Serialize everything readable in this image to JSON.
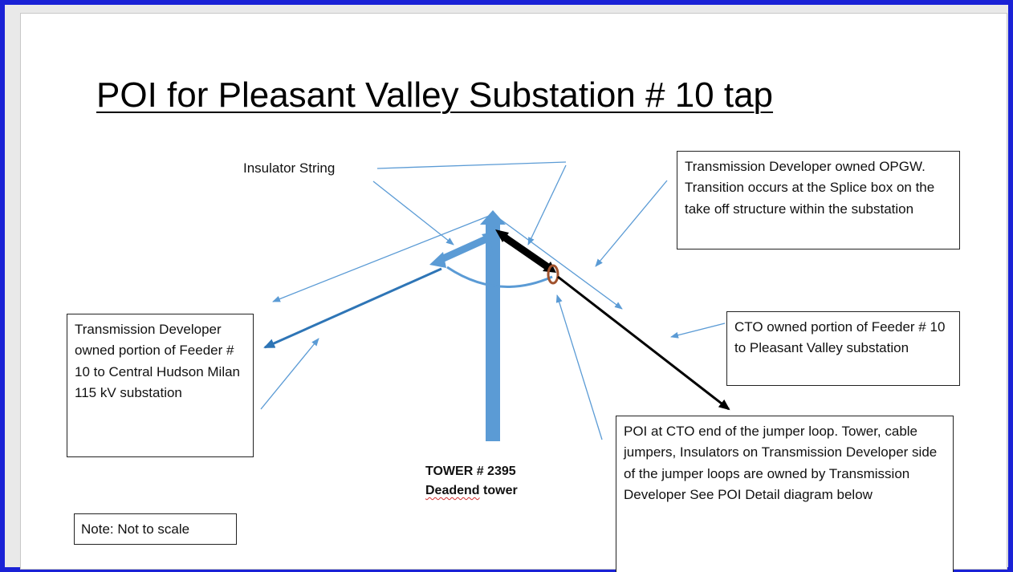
{
  "title": "POI for Pleasant Valley Substation # 10  tap",
  "labels": {
    "insulator": "Insulator String",
    "tower_line1": "TOWER # 2395",
    "tower_word_deadend": "Deadend",
    "tower_word_tower": " tower"
  },
  "boxes": {
    "opgw": "Transmission Developer owned OPGW. Transition occurs at the Splice box on the take off structure within the substation",
    "cto_feeder": "CTO owned portion of Feeder # 10 to Pleasant Valley substation",
    "dev_feeder": "Transmission Developer owned portion of Feeder # 10 to Central Hudson Milan 115 kV substation",
    "poi": "POI at CTO end of the jumper loop. Tower, cable jumpers, Insulators on Transmission Developer side of the jumper loops are owned by Transmission Developer See POI Detail diagram below",
    "note": "Note: Not to scale"
  },
  "colors": {
    "frame": "#1a22d6",
    "tower_blue": "#5b9bd5",
    "line_blue": "#2e75b6",
    "arrow_blue": "#5b9bd5",
    "black": "#000000",
    "poi_ring": "#a0522d"
  }
}
